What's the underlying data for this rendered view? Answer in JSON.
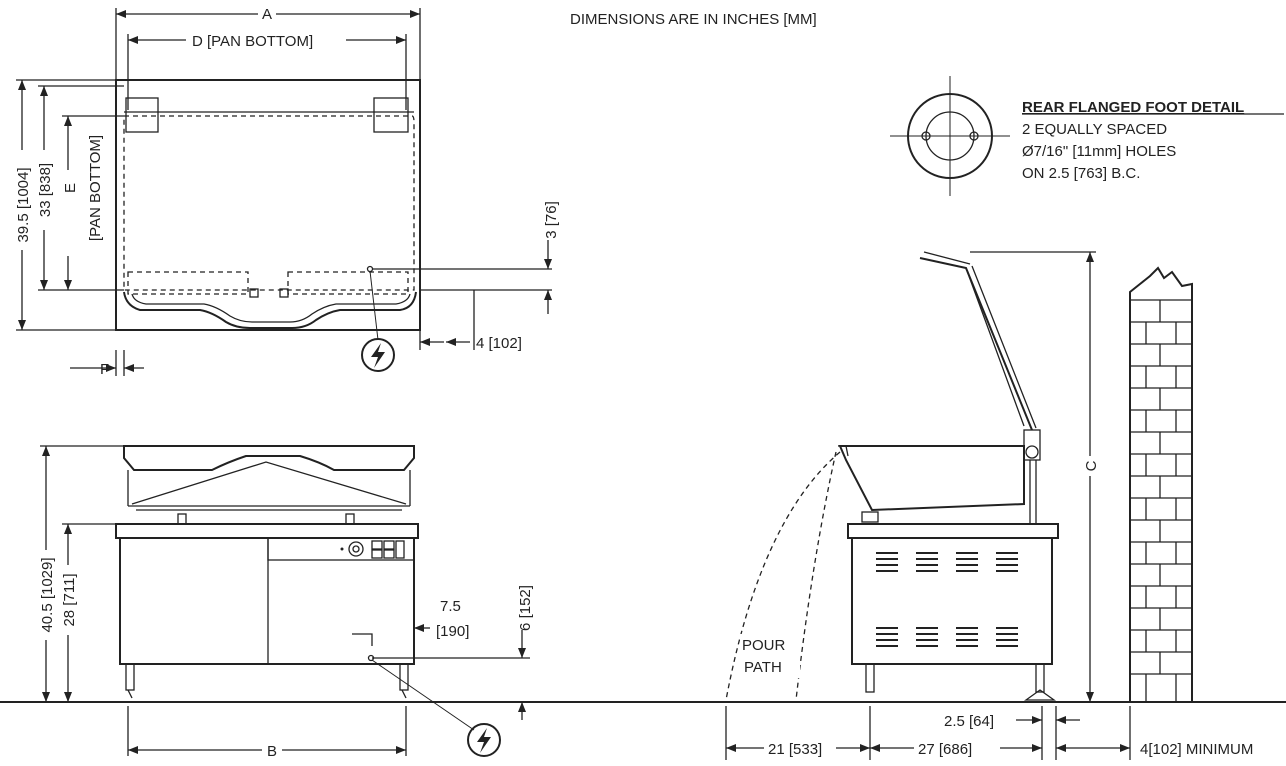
{
  "notes": {
    "units_note": "DIMENSIONS ARE IN INCHES [MM]"
  },
  "top_view": {
    "dim_a": "A",
    "dim_d": "D  [PAN BOTTOM]",
    "dim_e": "E",
    "dim_e_sub": "[PAN BOTTOM]",
    "dim_overall_depth": "39.5 [1004]",
    "dim_depth_33": "33 [838]",
    "dim_3": "3 [76]",
    "dim_4": "4 [102]",
    "dim_f": "F"
  },
  "front_view": {
    "dim_height_total": "40.5 [1029]",
    "dim_height_28": "28 [711]",
    "dim_7_5": "7.5",
    "dim_7_5_mm": "[190]",
    "dim_6": "6 [152]",
    "dim_b": "B"
  },
  "side_view": {
    "dim_c": "C",
    "pour_label_1": "POUR",
    "pour_label_2": "PATH",
    "dim_2_5": "2.5 [64]",
    "dim_21": "21 [533]",
    "dim_27": "27 [686]",
    "dim_4_min": "4[102] MINIMUM"
  },
  "foot_detail": {
    "title": "REAR FLANGED FOOT DETAIL",
    "line1": "2 EQUALLY SPACED",
    "line2": "Ø7/16\" [11mm] HOLES",
    "line3": "ON 2.5 [763] B.C."
  },
  "icons": {
    "electrical_symbol": "lightning-bolt-in-circle-icon"
  }
}
